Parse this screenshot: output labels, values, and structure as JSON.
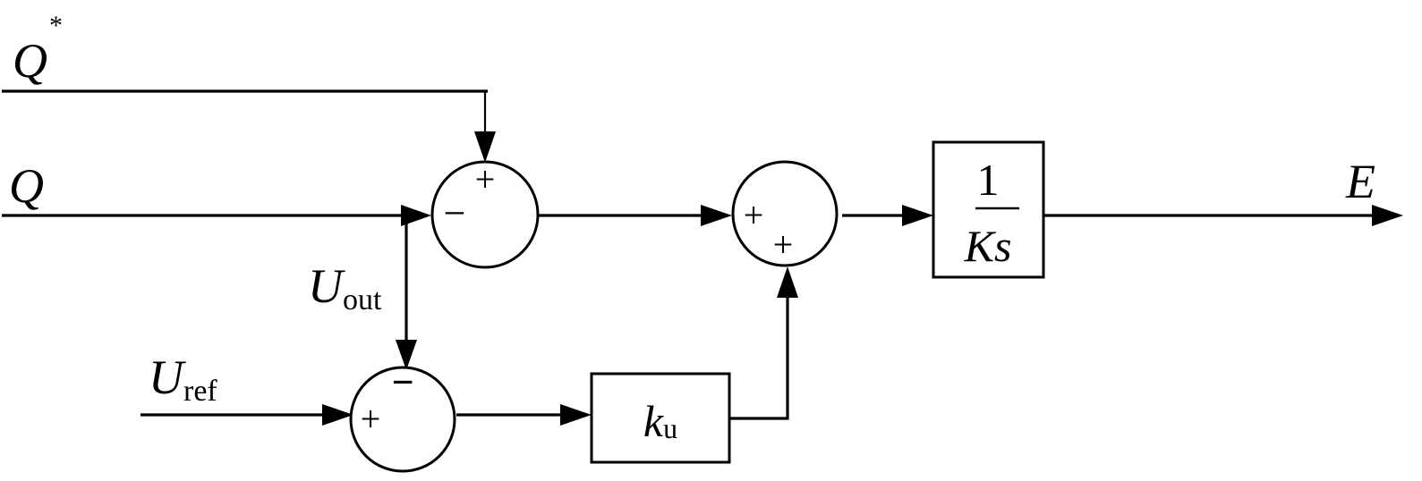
{
  "diagram": {
    "type": "control-block-diagram",
    "signals": {
      "q_star": {
        "base": "Q",
        "sup": "*"
      },
      "q": {
        "base": "Q"
      },
      "u_out": {
        "base": "U",
        "sub": "out"
      },
      "u_ref": {
        "base": "U",
        "sub": "ref"
      },
      "e": {
        "base": "E"
      }
    },
    "summing_junctions": [
      {
        "id": "sum1",
        "signs": {
          "top": "+",
          "left": "−"
        }
      },
      {
        "id": "sum2",
        "signs": {
          "left": "+",
          "bottom": "+"
        }
      },
      {
        "id": "sum3",
        "signs": {
          "left": "+",
          "top": "−"
        }
      }
    ],
    "blocks": {
      "integrator": {
        "numerator": "1",
        "denominator": "Ks"
      },
      "gain": {
        "base": "k",
        "sub": "u"
      }
    },
    "connections": [
      {
        "from": "Q*",
        "to": "sum1",
        "sign": "+"
      },
      {
        "from": "Q",
        "to": "sum1",
        "sign": "−"
      },
      {
        "from": "Q (branch, Uout)",
        "to": "sum3",
        "sign": "−"
      },
      {
        "from": "Uref",
        "to": "sum3",
        "sign": "+"
      },
      {
        "from": "sum3",
        "to": "gain"
      },
      {
        "from": "gain",
        "to": "sum2",
        "sign": "+"
      },
      {
        "from": "sum1",
        "to": "sum2",
        "sign": "+"
      },
      {
        "from": "sum2",
        "to": "integrator"
      },
      {
        "from": "integrator",
        "to": "E"
      }
    ]
  }
}
